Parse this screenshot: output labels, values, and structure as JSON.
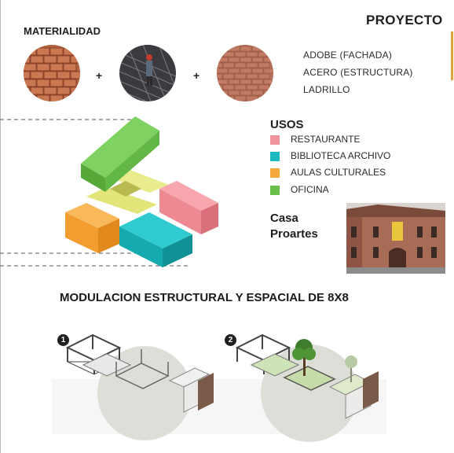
{
  "header": {
    "title": "PROYECTO"
  },
  "materialidad": {
    "title": "MATERIALIDAD",
    "plus": "+",
    "items": [
      "ADOBE (FACHADA)",
      "ACERO (ESTRUCTURA)",
      "LADRILLO"
    ]
  },
  "usos": {
    "title": "USOS",
    "legend": [
      {
        "label": "RESTAURANTE",
        "color": "#f0939a"
      },
      {
        "label": "BIBLIOTECA ARCHIVO",
        "color": "#1ab9bf"
      },
      {
        "label": "AULAS CULTURALES",
        "color": "#f5a93b"
      },
      {
        "label": "OFICINA",
        "color": "#69bf4a"
      }
    ]
  },
  "building": {
    "name_line1": "Casa",
    "name_line2": "Proartes"
  },
  "modulacion": {
    "title": "MODULACION ESTRUCTURAL Y ESPACIAL DE 8X8",
    "step1": "1",
    "step2": "2"
  }
}
